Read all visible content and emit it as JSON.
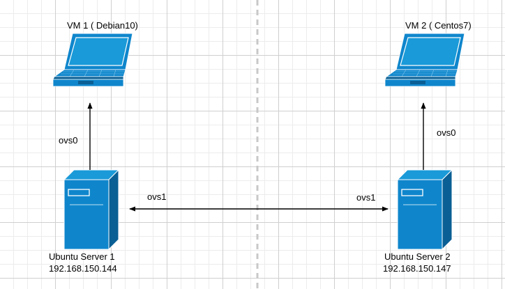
{
  "vm1": {
    "label": "VM 1 ( Debian10)"
  },
  "vm2": {
    "label": "VM 2 ( Centos7)"
  },
  "server1": {
    "name": "Ubuntu Server 1",
    "ip": "192.168.150.144"
  },
  "server2": {
    "name": "Ubuntu Server 2",
    "ip": "192.168.150.147"
  },
  "links": {
    "server1_vm1": "ovs0",
    "server2_vm2": "ovs0",
    "server_left": "ovs1",
    "server_right": "ovs1"
  },
  "colors": {
    "device_fill": "#0f86cc",
    "device_dark": "#0a5f94",
    "screen_fill": "#1a9ad8",
    "divider": "#c8c8c8"
  }
}
